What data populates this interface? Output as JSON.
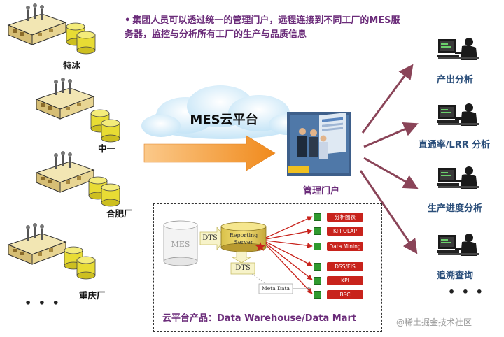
{
  "intro": {
    "bullet": "•",
    "line1": "集团人员可以透过统一的管理门户，远程连接到不同工厂的MES服",
    "line2": "务器，监控与分析所有工厂的生产与品质信息"
  },
  "factories": [
    "特冰",
    "中一",
    "合肥厂",
    "重庆厂"
  ],
  "factories_more": "• • •",
  "cloud_label": "MES云平台",
  "portal_label": "管理门户",
  "analyses": [
    "产出分析",
    "直通率/LRR 分析",
    "生产进度分析",
    "追溯查询"
  ],
  "analyses_more": "• • •",
  "dw": {
    "mes": "MES",
    "dts_top": "DTS",
    "reporting": "Reporting",
    "server": "Server",
    "dts_bottom": "DTS",
    "meta": "Meta Data",
    "outputs": [
      "分析图表",
      "KPI OLAP",
      "Data Mining",
      "DSS/EIS",
      "KPI",
      "BSC"
    ],
    "caption": "云平台产品：Data Warehouse/Data Mart"
  },
  "watermark": "@稀土掘金技术社区",
  "colors": {
    "title_purple": "#6b2c7a",
    "arrow_orange": "#f08a1c",
    "fan_arrow": "#8a4458",
    "output_red": "#c8231c",
    "analysis_blue": "#2a4e7a",
    "db_yellow": "#e8dc34"
  }
}
